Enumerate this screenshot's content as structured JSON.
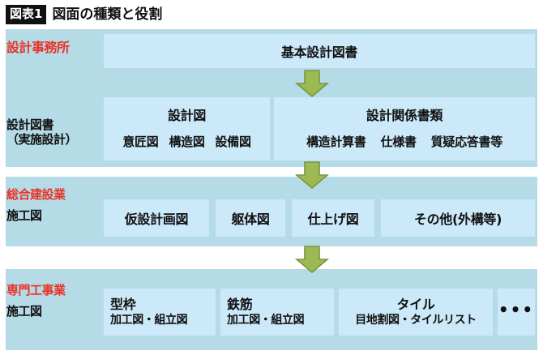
{
  "title": {
    "badge": "図表1",
    "text": "図面の種類と役割"
  },
  "colors": {
    "panel_bg": "#b5dbe6",
    "box_bg": "#cce9f9",
    "label_red": "#e8342a",
    "text_black": "#111111",
    "arrow_fill": "#9cba54",
    "arrow_stroke": "#7b9440",
    "badge_bg": "#111111"
  },
  "panels": [
    {
      "id": "design-office",
      "labels": [
        {
          "main": "設計事務所",
          "color": "red"
        },
        {
          "main": "設計図書",
          "sub": "（実施設計）",
          "color": "black"
        }
      ],
      "rows": [
        {
          "boxes": [
            {
              "head": "基本設計図書",
              "items": []
            }
          ]
        },
        {
          "boxes": [
            {
              "head": "設計図",
              "items": [
                "意匠図",
                "構造図",
                "設備図"
              ]
            },
            {
              "head": "設計関係書類",
              "items": [
                "構造計算書",
                "仕様書",
                "質疑応答書等"
              ]
            }
          ]
        }
      ]
    },
    {
      "id": "general-construction",
      "labels": [
        {
          "main": "総合建設業",
          "color": "red"
        },
        {
          "main": "施工図",
          "color": "black"
        }
      ],
      "rows": [
        {
          "boxes": [
            {
              "head": "仮設計画図"
            },
            {
              "head": "躯体図"
            },
            {
              "head": "仕上げ図"
            },
            {
              "head": "その他(外構等)"
            }
          ]
        }
      ]
    },
    {
      "id": "specialty-trades",
      "labels": [
        {
          "main": "専門工事業",
          "color": "red"
        },
        {
          "main": "施工図",
          "color": "black"
        }
      ],
      "rows": [
        {
          "boxes": [
            {
              "head": "型枠",
              "sub": "加工図・組立図"
            },
            {
              "head": "鉄筋",
              "sub": "加工図・組立図"
            },
            {
              "head": "タイル",
              "sub": "目地割図・タイルリスト"
            },
            {
              "head": "…"
            }
          ]
        }
      ]
    }
  ],
  "flow_labels": {
    "panel1_label1_main": "設計事務所",
    "panel1_label2_main": "設計図書",
    "panel1_label2_sub": "（実施設計）",
    "panel2_label1_main": "総合建設業",
    "panel2_label2_main": "施工図",
    "panel3_label1_main": "専門工事業",
    "panel3_label2_main": "施工図",
    "box_kihon": "基本設計図書",
    "box_sekkeizu_head": "設計図",
    "box_sekkeizu_item1": "意匠図",
    "box_sekkeizu_item2": "構造図",
    "box_sekkeizu_item3": "設備図",
    "box_kankei_head": "設計関係書類",
    "box_kankei_item1": "構造計算書",
    "box_kankei_item2": "仕様書",
    "box_kankei_item3": "質疑応答書等",
    "box_kasetsu": "仮設計画図",
    "box_kutai": "躯体図",
    "box_shiage": "仕上げ図",
    "box_sonota": "その他(外構等)",
    "box_katawaku_title": "型枠",
    "box_katawaku_sub": "加工図・組立図",
    "box_tekkin_title": "鉄筋",
    "box_tekkin_sub": "加工図・組立図",
    "box_tile_title": "タイル",
    "box_tile_sub": "目地割図・タイルリスト",
    "box_ellipsis": "•••"
  },
  "arrows": [
    {
      "name": "arrow-basic-to-detail",
      "direction": "down"
    },
    {
      "name": "arrow-design-to-general",
      "direction": "down"
    },
    {
      "name": "arrow-general-to-specialty",
      "direction": "down"
    }
  ]
}
